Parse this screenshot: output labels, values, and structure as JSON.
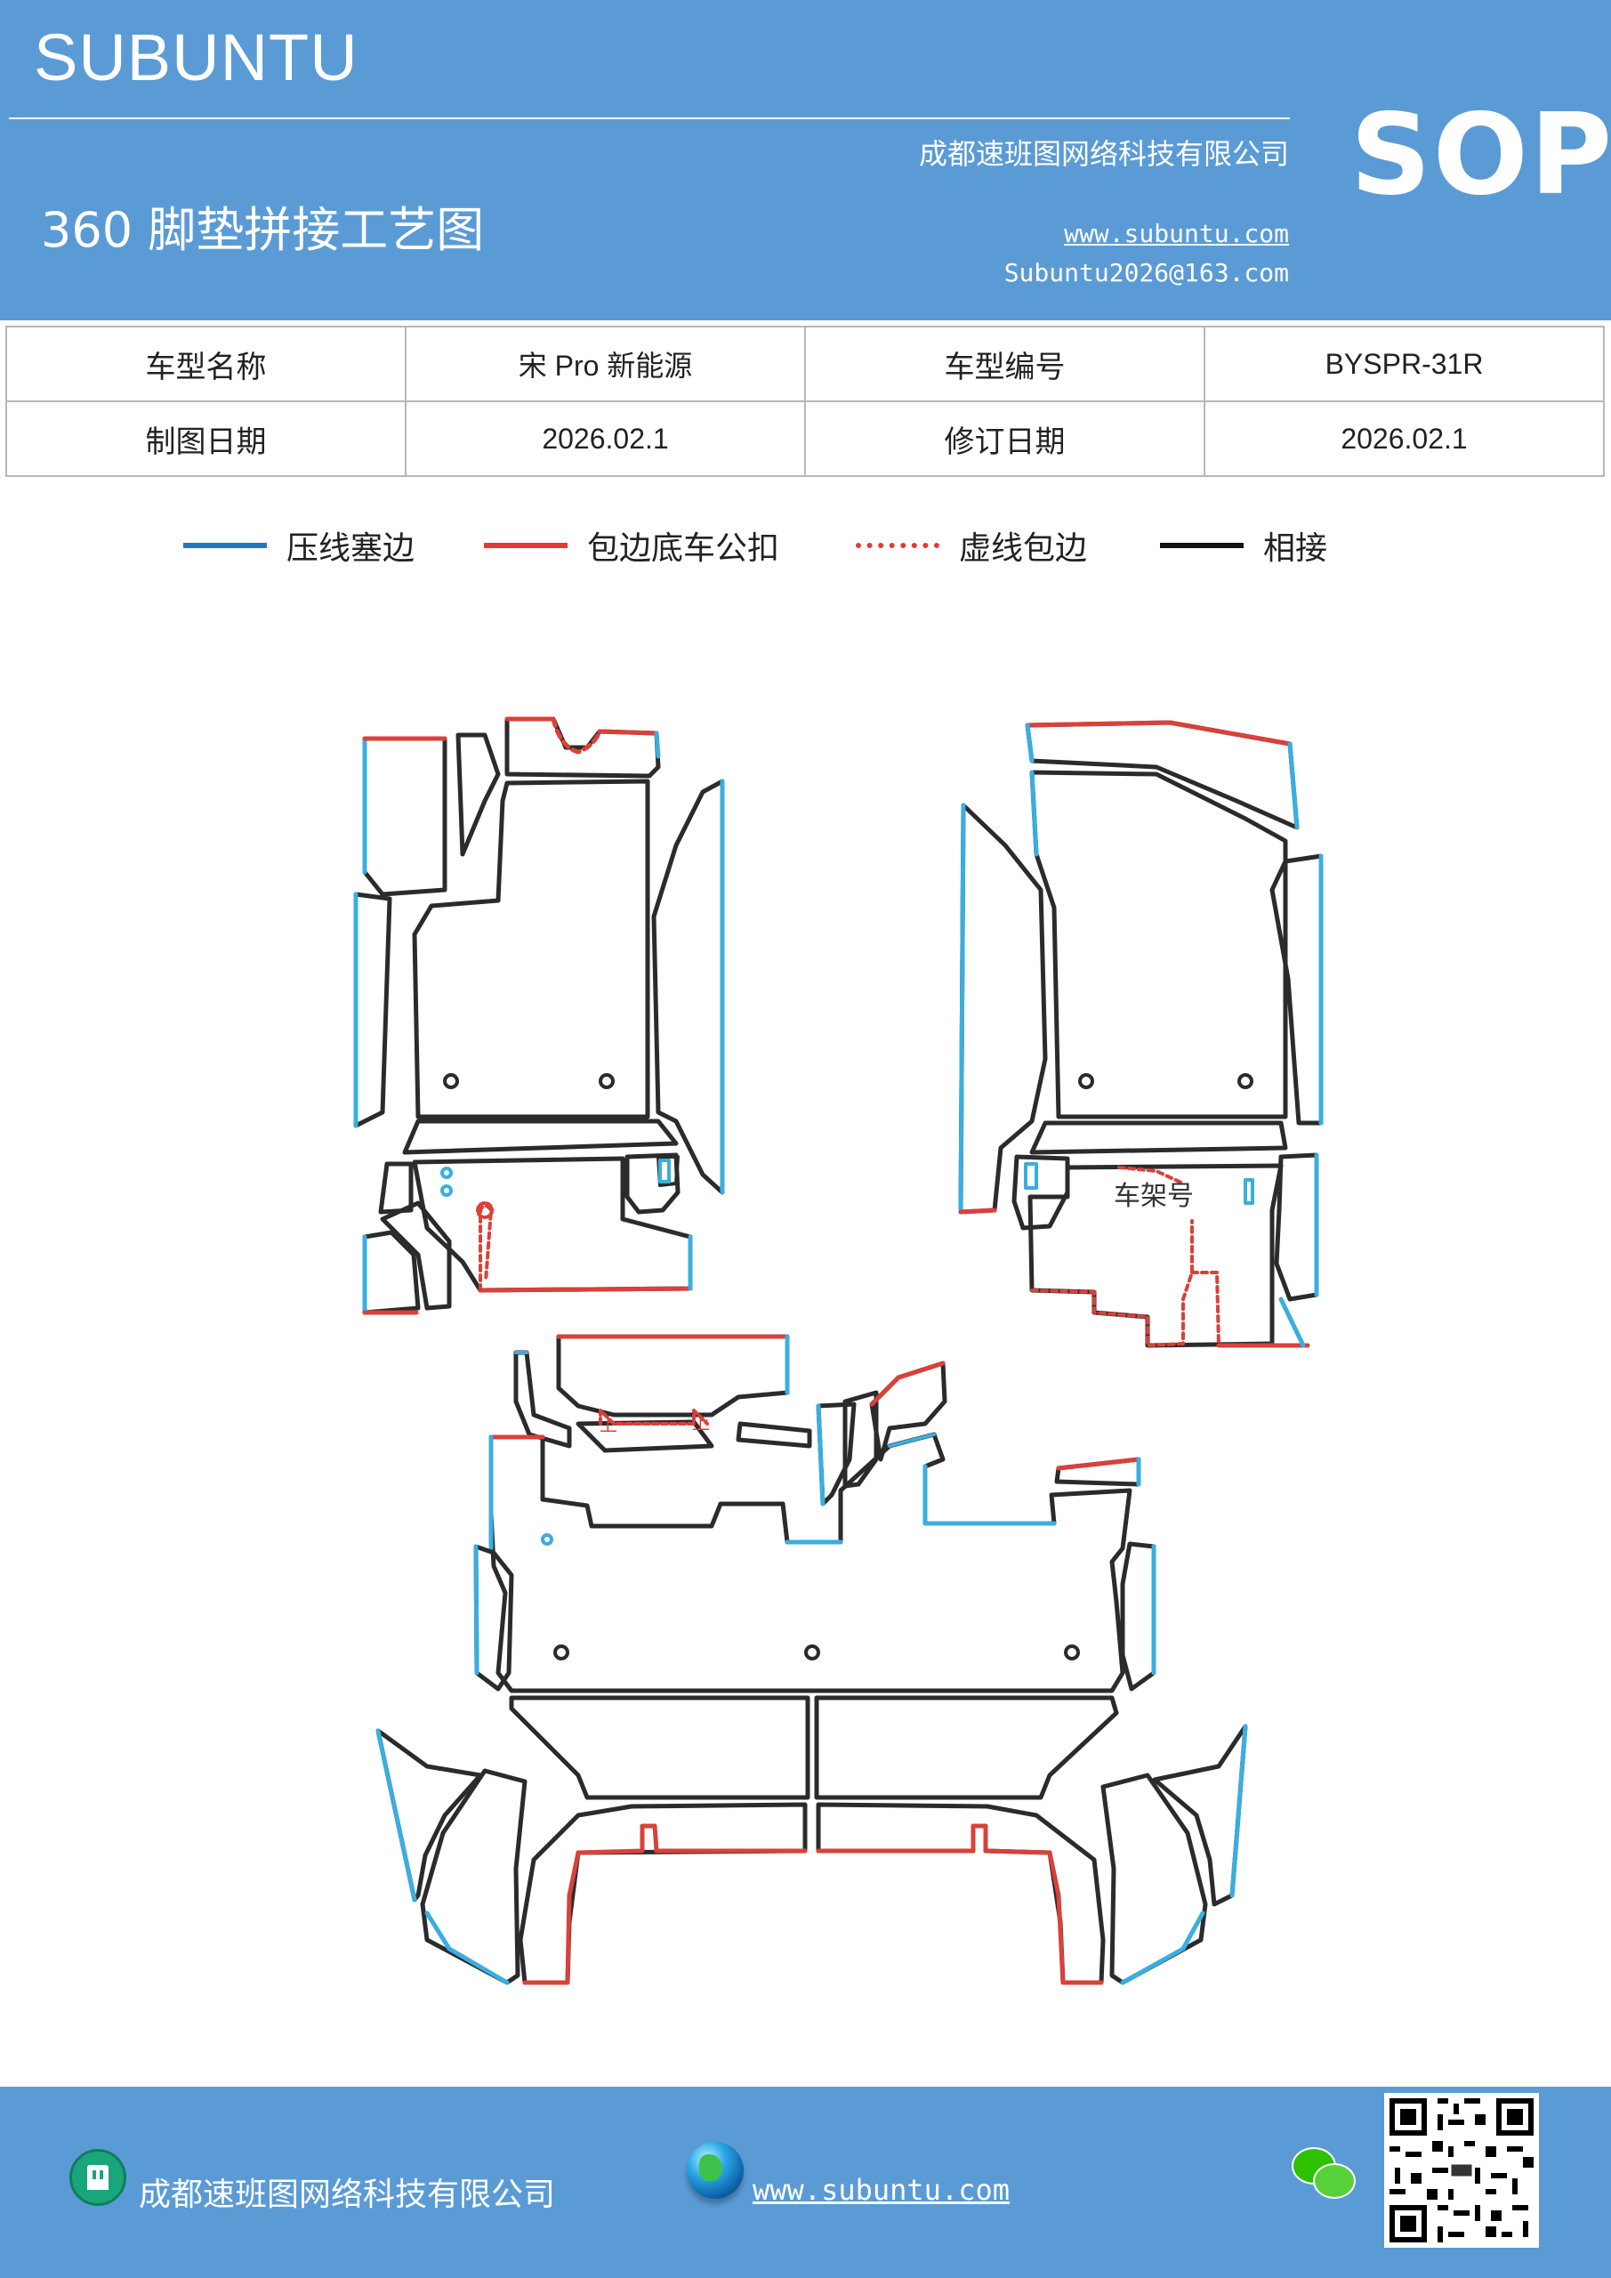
{
  "header": {
    "brand": "SUBUNTU",
    "sop": "SOP",
    "company": "成都速班图网络科技有限公司",
    "title": "360 脚垫拼接工艺图",
    "website": "www.subuntu.com",
    "email": "Subuntu2026@163.com"
  },
  "info_table": {
    "rows": [
      {
        "label1": "车型名称",
        "value1": "宋 Pro 新能源",
        "label2": "车型编号",
        "value2": "BYSPR-31R"
      },
      {
        "label1": "制图日期",
        "value1": "2026.02.1",
        "label2": "修订日期",
        "value2": "2026.02.1"
      }
    ]
  },
  "legend": {
    "items": [
      {
        "label": "压线塞边",
        "color": "#1f77c6",
        "style": "solid"
      },
      {
        "label": "包边底车公扣",
        "color": "#e53935",
        "style": "solid"
      },
      {
        "label": "虚线包边",
        "color": "#e53935",
        "style": "dotted"
      },
      {
        "label": "相接",
        "color": "#111111",
        "style": "solid"
      }
    ]
  },
  "diagram": {
    "frame_label": "车架号",
    "up_marks": [
      "上",
      "上"
    ],
    "colors": {
      "blue": "#3aaee0",
      "red": "#d9413a",
      "black": "#2b2b2b"
    }
  },
  "footer": {
    "company": "成都速班图网络科技有限公司",
    "website": "www.subuntu.com",
    "icons": [
      "building-icon",
      "globe-icon",
      "wechat-icon",
      "qr-code"
    ]
  }
}
